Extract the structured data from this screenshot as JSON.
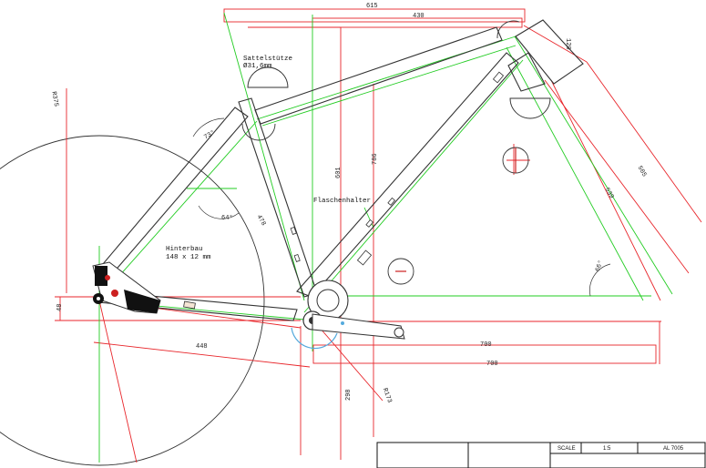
{
  "labels": {
    "seatpost": "Sattelstütze",
    "seatpost_size": "Ø31,6mm",
    "bottle_mount": "Flaschenhalter",
    "rear_triangle": "Hinterbau",
    "rear_axle": "148 x 12 mm"
  },
  "dimensions": {
    "d615": "615",
    "d430": "430",
    "d120": "120",
    "d601": "601",
    "d786": "786",
    "d505": "505",
    "d539": "539",
    "d478": "478",
    "d448": "448",
    "d48": "48",
    "d700a": "700",
    "d700b": "700",
    "d298": "298",
    "wheel_radius": "R375",
    "bb_radius": "R173",
    "angle_73": "73°",
    "angle_64": "64°",
    "angle_66": "66°"
  },
  "title_block": {
    "scale_label": "SCALE",
    "scale_value": "1:5",
    "material": "AL 7005"
  },
  "colors": {
    "frame": "#333333",
    "geometry_green": "#22cc22",
    "dimension_red": "#e8262b",
    "accent_red": "#cc2020",
    "chainring_blue": "#55aadd"
  }
}
